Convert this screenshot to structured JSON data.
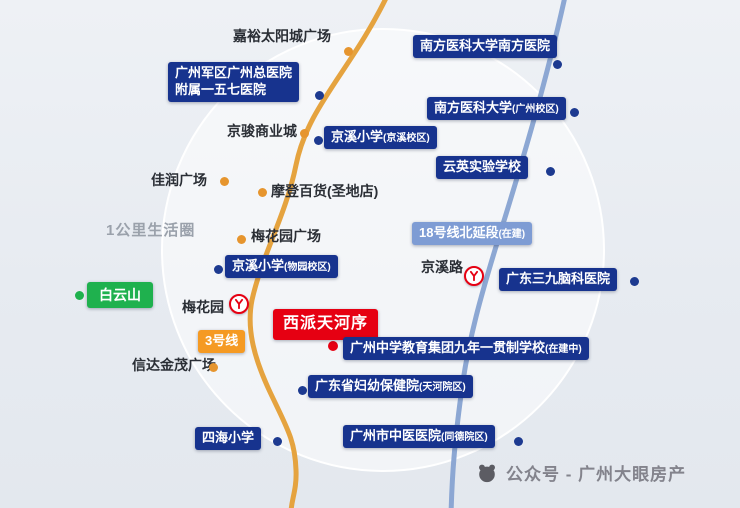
{
  "life_circle": {
    "label": "1公里生活圈"
  },
  "property": {
    "name": "西派天河序"
  },
  "mountain": {
    "name": "白云山"
  },
  "metro": {
    "line3": {
      "label": "3号线"
    },
    "line18": {
      "label": "18号线北延段",
      "status": "(在建)"
    },
    "stations": [
      {
        "name": "梅花园"
      },
      {
        "name": "京溪路"
      }
    ]
  },
  "facilities": [
    {
      "name": "南方医科大学南方医院",
      "sub": ""
    },
    {
      "name": "广州军区广州总医院",
      "name2": "附属一五七医院"
    },
    {
      "name": "南方医科大学",
      "sub": "(广州校区)"
    },
    {
      "name": "京溪小学",
      "sub": "(京溪校区)"
    },
    {
      "name": "云英实验学校",
      "sub": ""
    },
    {
      "name": "京溪小学",
      "sub": "(物园校区)"
    },
    {
      "name": "广东三九脑科医院",
      "sub": ""
    },
    {
      "name": "广州中学教育集团九年一贯制学校",
      "sub": "(在建中)"
    },
    {
      "name": "广东省妇幼保健院",
      "sub": "(天河院区)"
    },
    {
      "name": "四海小学",
      "sub": ""
    },
    {
      "name": "广州市中医医院",
      "sub": "(同德院区)"
    }
  ],
  "landmarks": [
    {
      "name": "嘉裕太阳城广场"
    },
    {
      "name": "京骏商业城"
    },
    {
      "name": "佳润广场"
    },
    {
      "name": "摩登百货(圣地店)"
    },
    {
      "name": "梅花园广场"
    },
    {
      "name": "信达金茂广场"
    }
  ],
  "watermark": {
    "text": "公众号 - 广州大眼房产"
  },
  "colors": {
    "navy": "#17338e",
    "lightblue": "#7e9cd4",
    "orange": "#f59a23",
    "red": "#e60012",
    "green": "#1fb14e",
    "line3": "#e5a33f",
    "line18": "#8ca7d3",
    "dot-orange": "#e6952e",
    "dot-navy": "#1d3a90",
    "text-dark": "#2a2e35",
    "text-gray": "#9aa1ab"
  }
}
